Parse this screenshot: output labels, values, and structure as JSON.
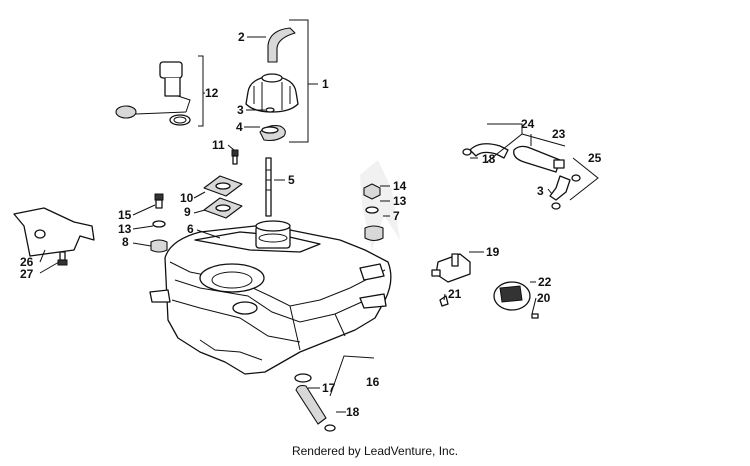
{
  "callouts": [
    "1",
    "2",
    "3",
    "4",
    "5",
    "6",
    "7",
    "8",
    "9",
    "10",
    "11",
    "12",
    "13",
    "14",
    "15",
    "16",
    "17",
    "18",
    "19",
    "20",
    "21",
    "22",
    "23",
    "24",
    "25",
    "26",
    "27"
  ],
  "footer": {
    "text": "Rendered by LeadVenture, Inc."
  }
}
